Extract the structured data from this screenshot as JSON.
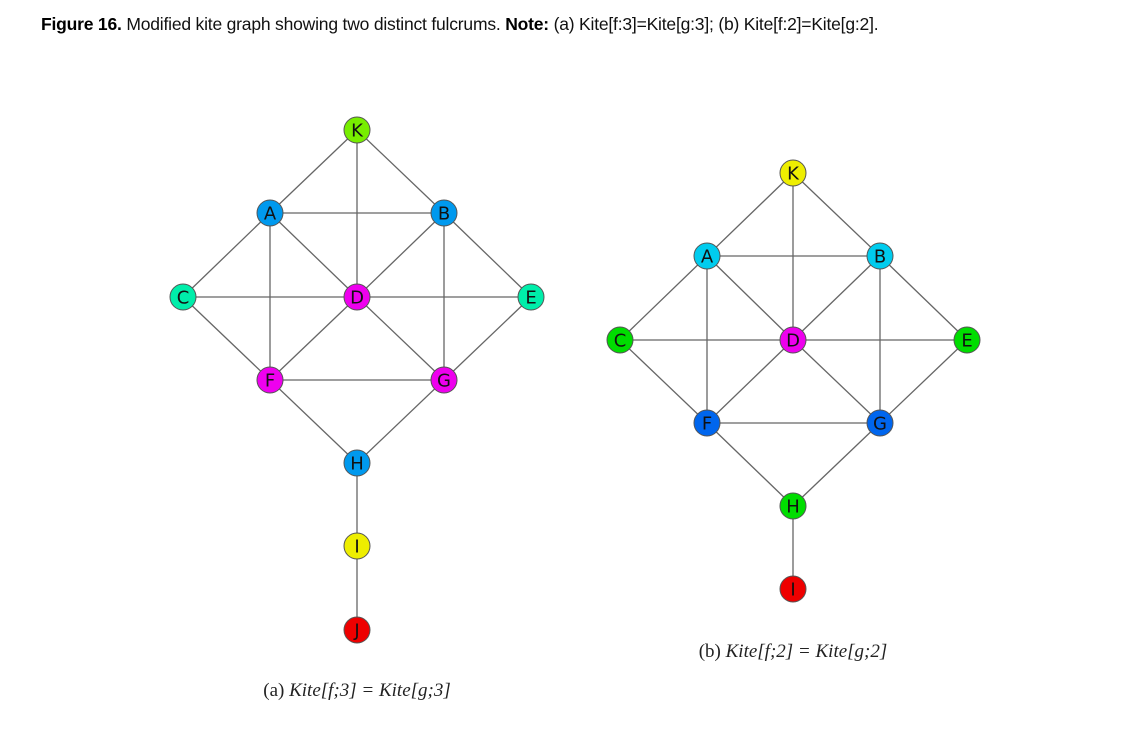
{
  "title": {
    "figure_label": "Figure 16.",
    "text": " Modified kite graph showing two distinct fulcrums. ",
    "note_label": "Note:",
    "note_text": " (a) Kite[f:3]=Kite[g:3]; (b) Kite[f:2]=Kite[g:2]."
  },
  "graphs": [
    {
      "id": "a",
      "caption_prefix": "(a) ",
      "caption_math": "Kite[f;3] = Kite[g;3]",
      "nodes": [
        {
          "label": "K",
          "color": "#77ee00"
        },
        {
          "label": "A",
          "color": "#0099ee"
        },
        {
          "label": "B",
          "color": "#0099ee"
        },
        {
          "label": "C",
          "color": "#00eeaa"
        },
        {
          "label": "D",
          "color": "#ee00ee"
        },
        {
          "label": "E",
          "color": "#00eeaa"
        },
        {
          "label": "F",
          "color": "#ee00ee"
        },
        {
          "label": "G",
          "color": "#ee00ee"
        },
        {
          "label": "H",
          "color": "#0099ee"
        },
        {
          "label": "I",
          "color": "#eeee00"
        },
        {
          "label": "J",
          "color": "#ee0000"
        }
      ],
      "edges": [
        [
          "K",
          "A"
        ],
        [
          "K",
          "B"
        ],
        [
          "K",
          "D"
        ],
        [
          "A",
          "B"
        ],
        [
          "A",
          "C"
        ],
        [
          "A",
          "D"
        ],
        [
          "A",
          "F"
        ],
        [
          "B",
          "D"
        ],
        [
          "B",
          "E"
        ],
        [
          "B",
          "G"
        ],
        [
          "C",
          "D"
        ],
        [
          "D",
          "E"
        ],
        [
          "C",
          "F"
        ],
        [
          "D",
          "F"
        ],
        [
          "D",
          "G"
        ],
        [
          "E",
          "G"
        ],
        [
          "F",
          "G"
        ],
        [
          "F",
          "H"
        ],
        [
          "G",
          "H"
        ],
        [
          "H",
          "I"
        ],
        [
          "I",
          "J"
        ]
      ]
    },
    {
      "id": "b",
      "caption_prefix": "(b) ",
      "caption_math": "Kite[f;2] = Kite[g;2]",
      "nodes": [
        {
          "label": "K",
          "color": "#eeee00"
        },
        {
          "label": "A",
          "color": "#00ccee"
        },
        {
          "label": "B",
          "color": "#00ccee"
        },
        {
          "label": "C",
          "color": "#00dd00"
        },
        {
          "label": "D",
          "color": "#ee00ee"
        },
        {
          "label": "E",
          "color": "#00dd00"
        },
        {
          "label": "F",
          "color": "#0066ee"
        },
        {
          "label": "G",
          "color": "#0066ee"
        },
        {
          "label": "H",
          "color": "#00dd00"
        },
        {
          "label": "I",
          "color": "#ee0000"
        }
      ],
      "edges": [
        [
          "K",
          "A"
        ],
        [
          "K",
          "B"
        ],
        [
          "K",
          "D"
        ],
        [
          "A",
          "B"
        ],
        [
          "A",
          "C"
        ],
        [
          "A",
          "D"
        ],
        [
          "A",
          "F"
        ],
        [
          "B",
          "D"
        ],
        [
          "B",
          "E"
        ],
        [
          "B",
          "G"
        ],
        [
          "C",
          "D"
        ],
        [
          "D",
          "E"
        ],
        [
          "C",
          "F"
        ],
        [
          "D",
          "F"
        ],
        [
          "D",
          "G"
        ],
        [
          "E",
          "G"
        ],
        [
          "F",
          "G"
        ],
        [
          "F",
          "H"
        ],
        [
          "G",
          "H"
        ],
        [
          "H",
          "I"
        ]
      ]
    }
  ]
}
